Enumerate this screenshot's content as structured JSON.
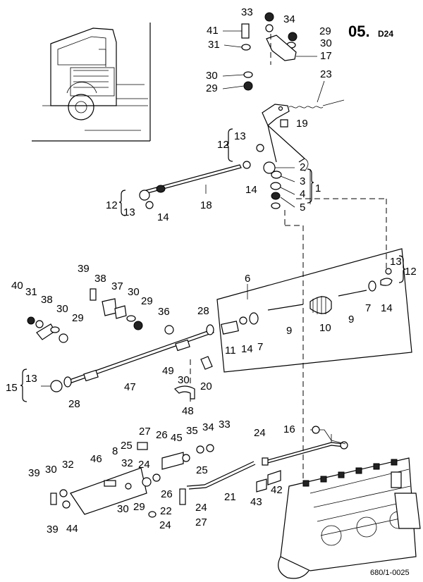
{
  "header": {
    "code": "05.",
    "subcode": "D24"
  },
  "footer": {
    "reference": "680/1-0025"
  },
  "callouts": [
    {
      "id": "c33a",
      "text": "33"
    },
    {
      "id": "c34a",
      "text": "34"
    },
    {
      "id": "c29a",
      "text": "29"
    },
    {
      "id": "c41",
      "text": "41"
    },
    {
      "id": "c30a",
      "text": "30"
    },
    {
      "id": "c31a",
      "text": "31"
    },
    {
      "id": "c17",
      "text": "17"
    },
    {
      "id": "c30b",
      "text": "30"
    },
    {
      "id": "c29b",
      "text": "29"
    },
    {
      "id": "c23",
      "text": "23"
    },
    {
      "id": "c19",
      "text": "19"
    },
    {
      "id": "c13a",
      "text": "13"
    },
    {
      "id": "c12a",
      "text": "12"
    },
    {
      "id": "c2",
      "text": "2"
    },
    {
      "id": "c3",
      "text": "3"
    },
    {
      "id": "c4",
      "text": "4"
    },
    {
      "id": "c5",
      "text": "5"
    },
    {
      "id": "c1",
      "text": "1"
    },
    {
      "id": "c14a",
      "text": "14"
    },
    {
      "id": "c18",
      "text": "18"
    },
    {
      "id": "c12b",
      "text": "12"
    },
    {
      "id": "c13b",
      "text": "13"
    },
    {
      "id": "c14b",
      "text": "14"
    },
    {
      "id": "c13c",
      "text": "13"
    },
    {
      "id": "c12c",
      "text": "12"
    },
    {
      "id": "c6",
      "text": "6"
    },
    {
      "id": "c39a",
      "text": "39"
    },
    {
      "id": "c38a",
      "text": "38"
    },
    {
      "id": "c40",
      "text": "40"
    },
    {
      "id": "c31b",
      "text": "31"
    },
    {
      "id": "c38b",
      "text": "38"
    },
    {
      "id": "c37",
      "text": "37"
    },
    {
      "id": "c30c",
      "text": "30"
    },
    {
      "id": "c29c",
      "text": "29"
    },
    {
      "id": "c30d",
      "text": "30"
    },
    {
      "id": "c29d",
      "text": "29"
    },
    {
      "id": "c36",
      "text": "36"
    },
    {
      "id": "c28a",
      "text": "28"
    },
    {
      "id": "c9a",
      "text": "9"
    },
    {
      "id": "c10",
      "text": "10"
    },
    {
      "id": "c9b",
      "text": "9"
    },
    {
      "id": "c7a",
      "text": "7"
    },
    {
      "id": "c14c",
      "text": "14"
    },
    {
      "id": "c11",
      "text": "11"
    },
    {
      "id": "c14d",
      "text": "14"
    },
    {
      "id": "c7b",
      "text": "7"
    },
    {
      "id": "c49",
      "text": "49"
    },
    {
      "id": "c30e",
      "text": "30"
    },
    {
      "id": "c20",
      "text": "20"
    },
    {
      "id": "c15",
      "text": "15"
    },
    {
      "id": "c13d",
      "text": "13"
    },
    {
      "id": "c47",
      "text": "47"
    },
    {
      "id": "c28b",
      "text": "28"
    },
    {
      "id": "c48",
      "text": "48"
    },
    {
      "id": "c27a",
      "text": "27"
    },
    {
      "id": "c26a",
      "text": "26"
    },
    {
      "id": "c45",
      "text": "45"
    },
    {
      "id": "c35",
      "text": "35"
    },
    {
      "id": "c34b",
      "text": "34"
    },
    {
      "id": "c33b",
      "text": "33"
    },
    {
      "id": "c25a",
      "text": "25"
    },
    {
      "id": "c8",
      "text": "8"
    },
    {
      "id": "c24a",
      "text": "24"
    },
    {
      "id": "c16",
      "text": "16"
    },
    {
      "id": "c46",
      "text": "46"
    },
    {
      "id": "c32a",
      "text": "32"
    },
    {
      "id": "c24b",
      "text": "24"
    },
    {
      "id": "c25b",
      "text": "25"
    },
    {
      "id": "c39b",
      "text": "39"
    },
    {
      "id": "c30f",
      "text": "30"
    },
    {
      "id": "c32b",
      "text": "32"
    },
    {
      "id": "c26b",
      "text": "26"
    },
    {
      "id": "c21",
      "text": "21"
    },
    {
      "id": "c42",
      "text": "42"
    },
    {
      "id": "c43",
      "text": "43"
    },
    {
      "id": "c30g",
      "text": "30"
    },
    {
      "id": "c29e",
      "text": "29"
    },
    {
      "id": "c22",
      "text": "22"
    },
    {
      "id": "c24c",
      "text": "24"
    },
    {
      "id": "c39c",
      "text": "39"
    },
    {
      "id": "c44",
      "text": "44"
    },
    {
      "id": "c24d",
      "text": "24"
    },
    {
      "id": "c27b",
      "text": "27"
    }
  ]
}
